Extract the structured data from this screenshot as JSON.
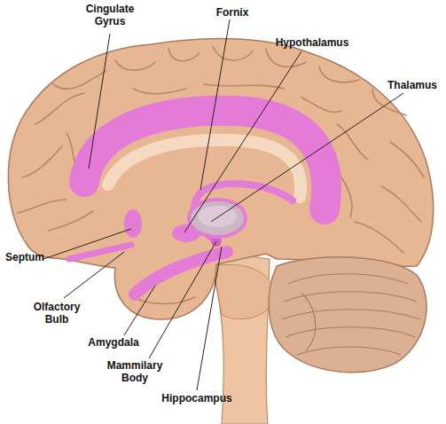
{
  "diagram": {
    "labels": [
      "Cingulate Gyrus",
      "Fornix",
      "Hypothalamus",
      "Thalamus",
      "Septum",
      "Olfactory Bulb",
      "Amygdala",
      "Mammilary Body",
      "Hippocampus"
    ]
  }
}
